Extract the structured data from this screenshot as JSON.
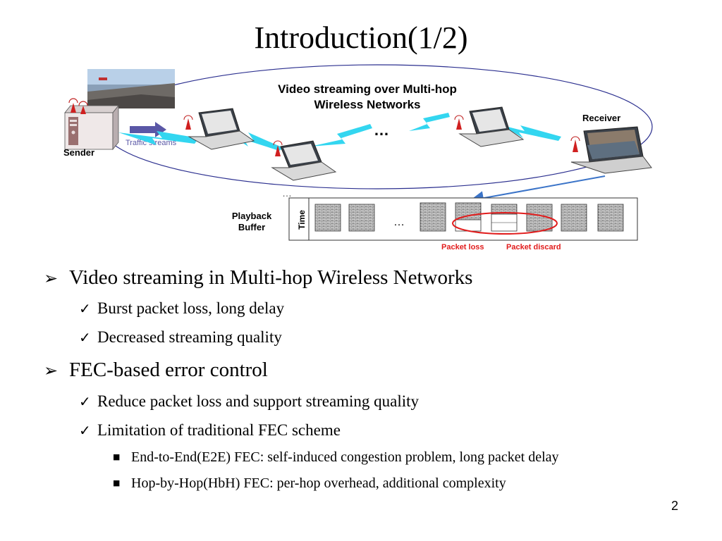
{
  "slide": {
    "title": "Introduction(1/2)",
    "page_number": "2"
  },
  "diagram": {
    "heading_line1": "Video streaming over Multi-hop",
    "heading_line2": "Wireless Networks",
    "sender_label": "Sender",
    "receiver_label": "Receiver",
    "traffic_label": "Traffic streams",
    "ellipsis": "…",
    "playback_line1": "Playback",
    "playback_line2": "Buffer",
    "time_label": "Time",
    "packet_loss_label": "Packet loss",
    "packet_discard_label": "Packet discard",
    "colors": {
      "ellipse": "#2b2f8f",
      "traffic_arrow": "#5a57a6",
      "link": "#33d6f0",
      "loss_circle": "#e11c1c",
      "red_text": "#e11c1c",
      "arrow": "#3b74c8"
    }
  },
  "bullets": [
    {
      "level": 1,
      "text": "Video streaming in Multi-hop Wireless Networks",
      "children": [
        {
          "level": 2,
          "text": "Burst packet loss, long delay"
        },
        {
          "level": 2,
          "text": "Decreased streaming quality"
        }
      ]
    },
    {
      "level": 1,
      "text": "FEC-based error control",
      "children": [
        {
          "level": 2,
          "text": "Reduce packet loss and support streaming quality"
        },
        {
          "level": 2,
          "text": "Limitation of traditional FEC scheme"
        },
        {
          "level": 3,
          "text": "End-to-End(E2E) FEC: self-induced congestion problem, long packet delay"
        },
        {
          "level": 3,
          "text": "Hop-by-Hop(HbH) FEC: per-hop overhead, additional complexity"
        }
      ]
    }
  ],
  "markers": {
    "level1": "➢",
    "level2": "✓",
    "level3": "■"
  }
}
